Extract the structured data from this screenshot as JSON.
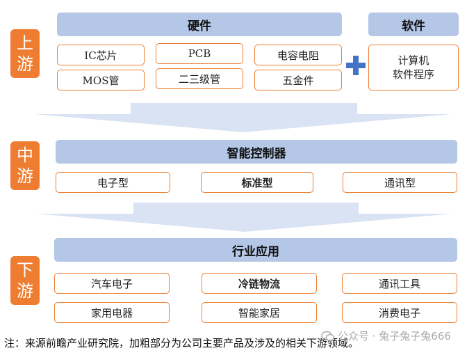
{
  "stages": {
    "upstream": [
      "上",
      "游"
    ],
    "midstream": [
      "中",
      "游"
    ],
    "downstream": [
      "下",
      "游"
    ]
  },
  "upstream": {
    "hardware_header": "硬件",
    "software_header": "软件",
    "hardware_items": [
      "IC芯片",
      "PCB",
      "电容电阻",
      "MOS管",
      "二三级管",
      "五金件"
    ],
    "software_item": [
      "计算机",
      "软件程序"
    ]
  },
  "midstream": {
    "header": "智能控制器",
    "items": [
      "电子型",
      "标准型",
      "通讯型"
    ]
  },
  "downstream": {
    "header": "行业应用",
    "items": [
      "汽车电子",
      "冷链物流",
      "通讯工具",
      "家用电器",
      "智能家居",
      "消费电子"
    ]
  },
  "note": "注：来源前瞻产业研究院，加粗部分为公司主要产品及涉及的相关下游领域。",
  "watermark": "公众号 · 兔子兔子兔666",
  "colors": {
    "stage": "#ee7d31",
    "header": "#b4c7e7",
    "plus": "#4472c4",
    "arrow": "#dae3f3"
  }
}
